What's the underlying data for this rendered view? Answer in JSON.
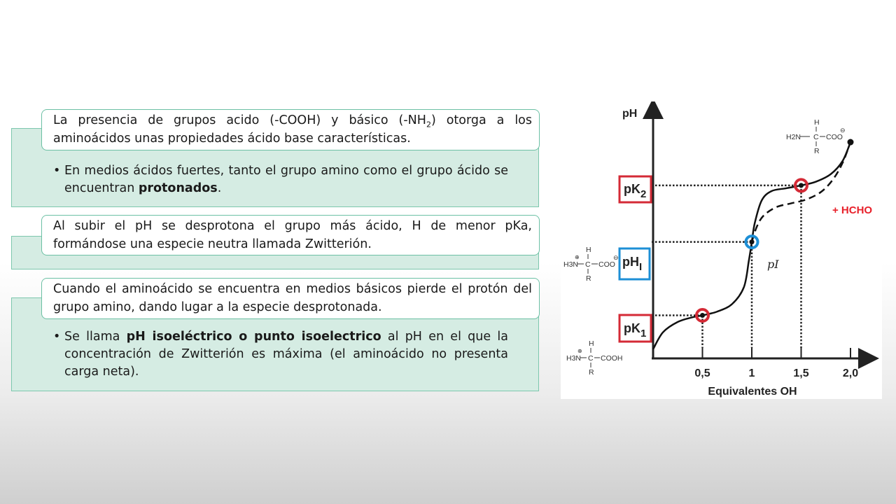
{
  "slide": {
    "block1": {
      "header_pre": "La presencia de grupos acido (-COOH) y básico (-NH",
      "header_sub": "2",
      "header_post": ") otorga a los aminoácidos unas propiedades ácido base características.",
      "bullet_pre": "En medios ácidos fuertes, tanto el grupo amino como el grupo ácido se encuentran ",
      "bullet_bold": "protonados",
      "bullet_post": "."
    },
    "block2": {
      "header": "Al subir el pH se desprotona el grupo más ácido, H de menor pKa, formándose una especie neutra llamada Zwitterión."
    },
    "block3": {
      "header": "Cuando el aminoácido se encuentra en medios básicos pierde el protón del grupo amino, dando lugar a la especie desprotonada.",
      "bullet_pre": "Se llama ",
      "bullet_bold": "pH isoeléctrico o punto isoelectrico",
      "bullet_post": " al pH en el que la concentración de Zwitterión es máxima (el aminoácido no presenta carga neta)."
    },
    "bullet_glyph": "•"
  },
  "chart_data": {
    "type": "line",
    "ylabel": "pH",
    "xlabel": "Equivalentes OH",
    "x_ticks": [
      "0,5",
      "1",
      "1,5",
      "2,0"
    ],
    "y_markers": [
      {
        "label": "pK",
        "sub": "1",
        "color": "#d42a36"
      },
      {
        "label": "pH",
        "sub": "I",
        "color": "#1d8fd6"
      },
      {
        "label": "pK",
        "sub": "2",
        "color": "#d42a36"
      }
    ],
    "annotations": {
      "pI": "pI",
      "hcho": "+ HCHO",
      "hcho_color": "#e8202a"
    },
    "molecules": {
      "acid_form": {
        "left": "H3N",
        "charge": "⊕",
        "group": "COOH"
      },
      "zwitterion": {
        "left": "H3N",
        "charge": "⊕",
        "group": "COO",
        "neg": "⊖"
      },
      "basic_form": {
        "left": "H2N",
        "group": "COO",
        "neg": "⊖"
      },
      "h": "H",
      "c": "C",
      "r": "R"
    },
    "series": [
      {
        "style": "solid",
        "x": [
          0.0,
          0.1,
          0.25,
          0.4,
          0.5,
          0.65,
          0.8,
          0.92,
          0.97,
          1.0,
          1.03,
          1.1,
          1.2,
          1.35,
          1.5,
          1.65,
          1.8,
          1.92,
          2.0
        ],
        "y": [
          0.3,
          1.2,
          1.75,
          2.0,
          2.1,
          2.3,
          2.7,
          3.6,
          5.0,
          6.0,
          7.0,
          8.2,
          8.7,
          8.85,
          9.0,
          9.2,
          9.6,
          10.3,
          11.3
        ]
      },
      {
        "style": "dashed",
        "x": [
          1.0,
          1.05,
          1.12,
          1.25,
          1.4,
          1.55,
          1.7,
          1.82,
          1.92,
          2.0
        ],
        "y": [
          6.0,
          6.8,
          7.4,
          7.85,
          8.05,
          8.25,
          8.65,
          9.3,
          10.2,
          11.3
        ]
      }
    ],
    "marked_points": [
      {
        "x": 0.5,
        "y": 2.1,
        "color": "#d42a36",
        "target": "pK1"
      },
      {
        "x": 1.0,
        "y": 6.0,
        "color": "#1d8fd6",
        "target": "pHI"
      },
      {
        "x": 1.5,
        "y": 9.0,
        "color": "#d42a36",
        "target": "pK2"
      },
      {
        "x": 2.0,
        "y": 11.3,
        "color": "#111111",
        "target": "end"
      }
    ]
  }
}
